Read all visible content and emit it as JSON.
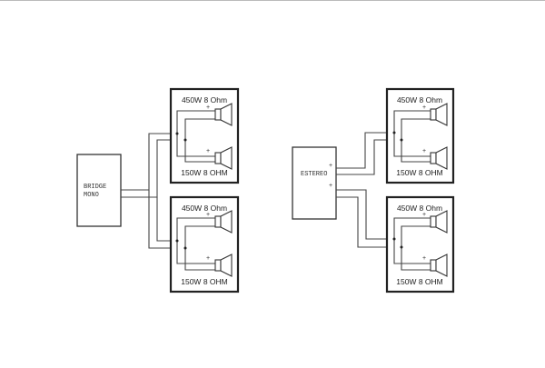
{
  "diagrams": [
    {
      "amp_label_line1": "BRIDGE",
      "amp_label_line2": "MONO",
      "cabinets": [
        {
          "top_label": "450W 8 Ohm",
          "bottom_label": "150W 8 OHM"
        },
        {
          "top_label": "450W 8 Ohm",
          "bottom_label": "150W 8 OHM"
        }
      ]
    },
    {
      "amp_label_line1": "ESTEREO",
      "amp_terminal_plus": "+",
      "cabinets": [
        {
          "top_label": "450W 8 Ohm",
          "bottom_label": "150W 8 OHM"
        },
        {
          "top_label": "450W 8 Ohm",
          "bottom_label": "150W 8 OHM"
        }
      ]
    }
  ],
  "speaker_plus": "+"
}
